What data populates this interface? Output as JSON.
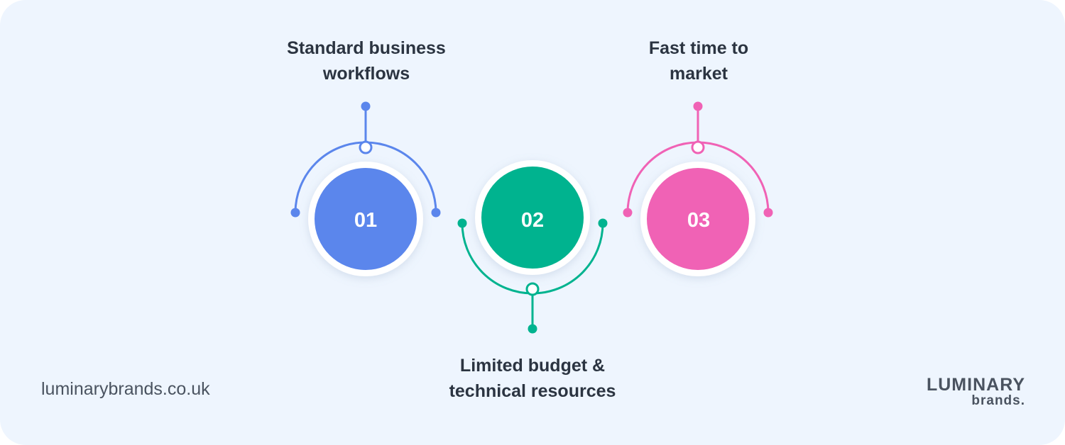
{
  "steps": [
    {
      "number": "01",
      "label": "Standard business\nworkflows",
      "color": "#5b86ec",
      "position": "top"
    },
    {
      "number": "02",
      "label": "Limited budget &\ntechnical resources",
      "color": "#00b38f",
      "position": "bottom"
    },
    {
      "number": "03",
      "label": "Fast time to\nmarket",
      "color": "#f062b5",
      "position": "top"
    }
  ],
  "footer": {
    "website": "luminarybrands.co.uk",
    "logo_main": "LUMINARY",
    "logo_sub": "brands."
  },
  "colors": {
    "background": "#eef5fe",
    "text": "#2b3441"
  }
}
